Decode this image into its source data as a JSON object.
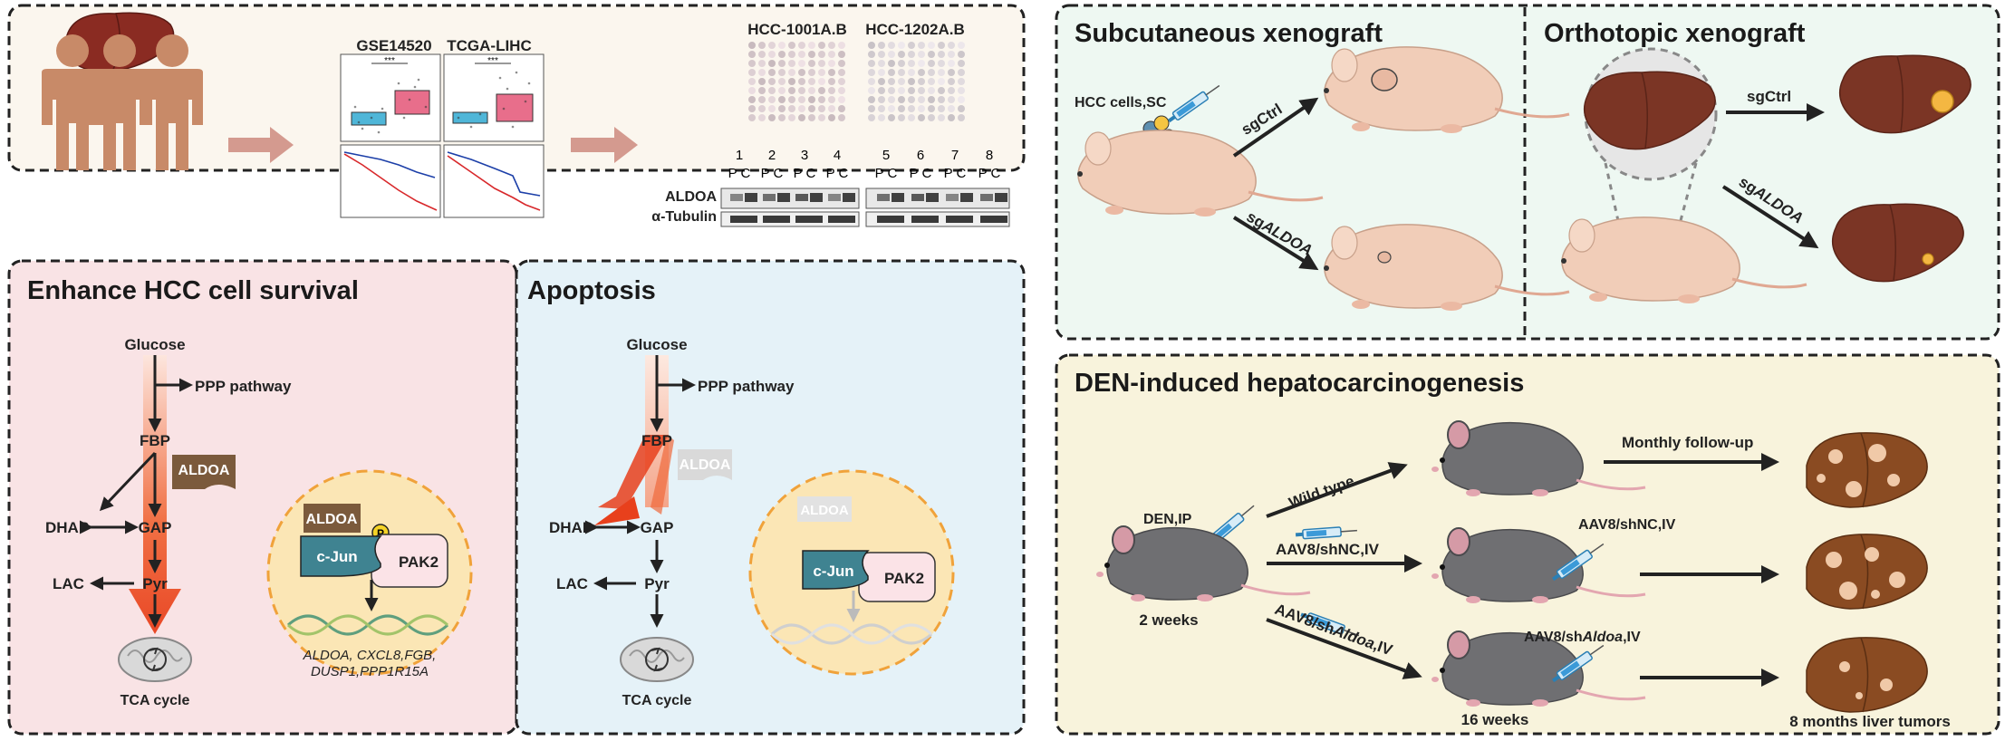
{
  "top": {
    "dataset_1": "GSE14520",
    "dataset_2": "TCGA-LIHC",
    "sig_1": "***",
    "sig_2": "***",
    "tma_1": "HCC-1001A.B",
    "tma_2": "HCC-1202A.B",
    "lanes": [
      "1",
      "2",
      "3",
      "4",
      "5",
      "6",
      "7",
      "8"
    ],
    "lane_pc": "P C",
    "blot_1": "ALDOA",
    "blot_2": "α-Tubulin"
  },
  "survival": {
    "title": "Enhance HCC cell survival",
    "glucose": "Glucose",
    "ppp": "PPP pathway",
    "fbp": "FBP",
    "aldoa": "ALDOA",
    "dhap": "DHAP",
    "gap": "GAP",
    "lac": "LAC",
    "pyr": "Pyr",
    "tca": "TCA cycle",
    "phos": "P",
    "cjun": "c-Jun",
    "pak2": "PAK2",
    "genes_1": "ALDOA, CXCL8,FGB,",
    "genes_2": "DUSP1,PPP1R15A"
  },
  "apoptosis": {
    "title": "Apoptosis",
    "glucose": "Glucose",
    "ppp": "PPP pathway",
    "fbp": "FBP",
    "aldoa": "ALDOA",
    "dhap": "DHAP",
    "gap": "GAP",
    "lac": "LAC",
    "pyr": "Pyr",
    "tca": "TCA cycle",
    "aldoa_nuc": "ALDOA",
    "cjun": "c-Jun",
    "pak2": "PAK2"
  },
  "subcutaneous": {
    "title": "Subcutaneous xenograft",
    "cells": "HCC cells,SC",
    "sgctrl": "sgCtrl",
    "sgaldoa_prefix": "sg",
    "sgaldoa_gene": "ALDOA"
  },
  "orthotopic": {
    "title": "Orthotopic xenograft",
    "sgctrl": "sgCtrl",
    "sgaldoa_prefix": "sg",
    "sgaldoa_gene": "ALDOA"
  },
  "den": {
    "title": "DEN-induced hepatocarcinogenesis",
    "den_ip": "DEN,IP",
    "age_start": "2 weeks",
    "wild_type": "Wild type",
    "monthly": "Monthly follow-up",
    "shnc_iv": "AAV8/shNC,IV",
    "shnc_iv_2": "AAV8/shNC,IV",
    "shaldoa_prefix": "AAV8/sh",
    "shaldoa_gene": "Aldoa",
    "shaldoa_suffix": ",IV",
    "age_end": "16 weeks",
    "outcome": "8 months liver tumors"
  },
  "colors": {
    "survival_bg": "#f9e3e5",
    "apoptosis_bg": "#e5f2f8",
    "xenograft_bg": "#eef8f2",
    "den_bg": "#f8f3dc",
    "top_bg": "#fbf6ee",
    "liver": "#7b3525",
    "aldoa_brown": "#7b5a3c",
    "cjun_teal": "#3f8391",
    "pak2_pink": "#fbe3e7",
    "flux_red": "#e8401c",
    "nucleus": "#fbe6b5",
    "mouse_nude": "#f1cdb8",
    "mouse_gray": "#6f6f72"
  }
}
